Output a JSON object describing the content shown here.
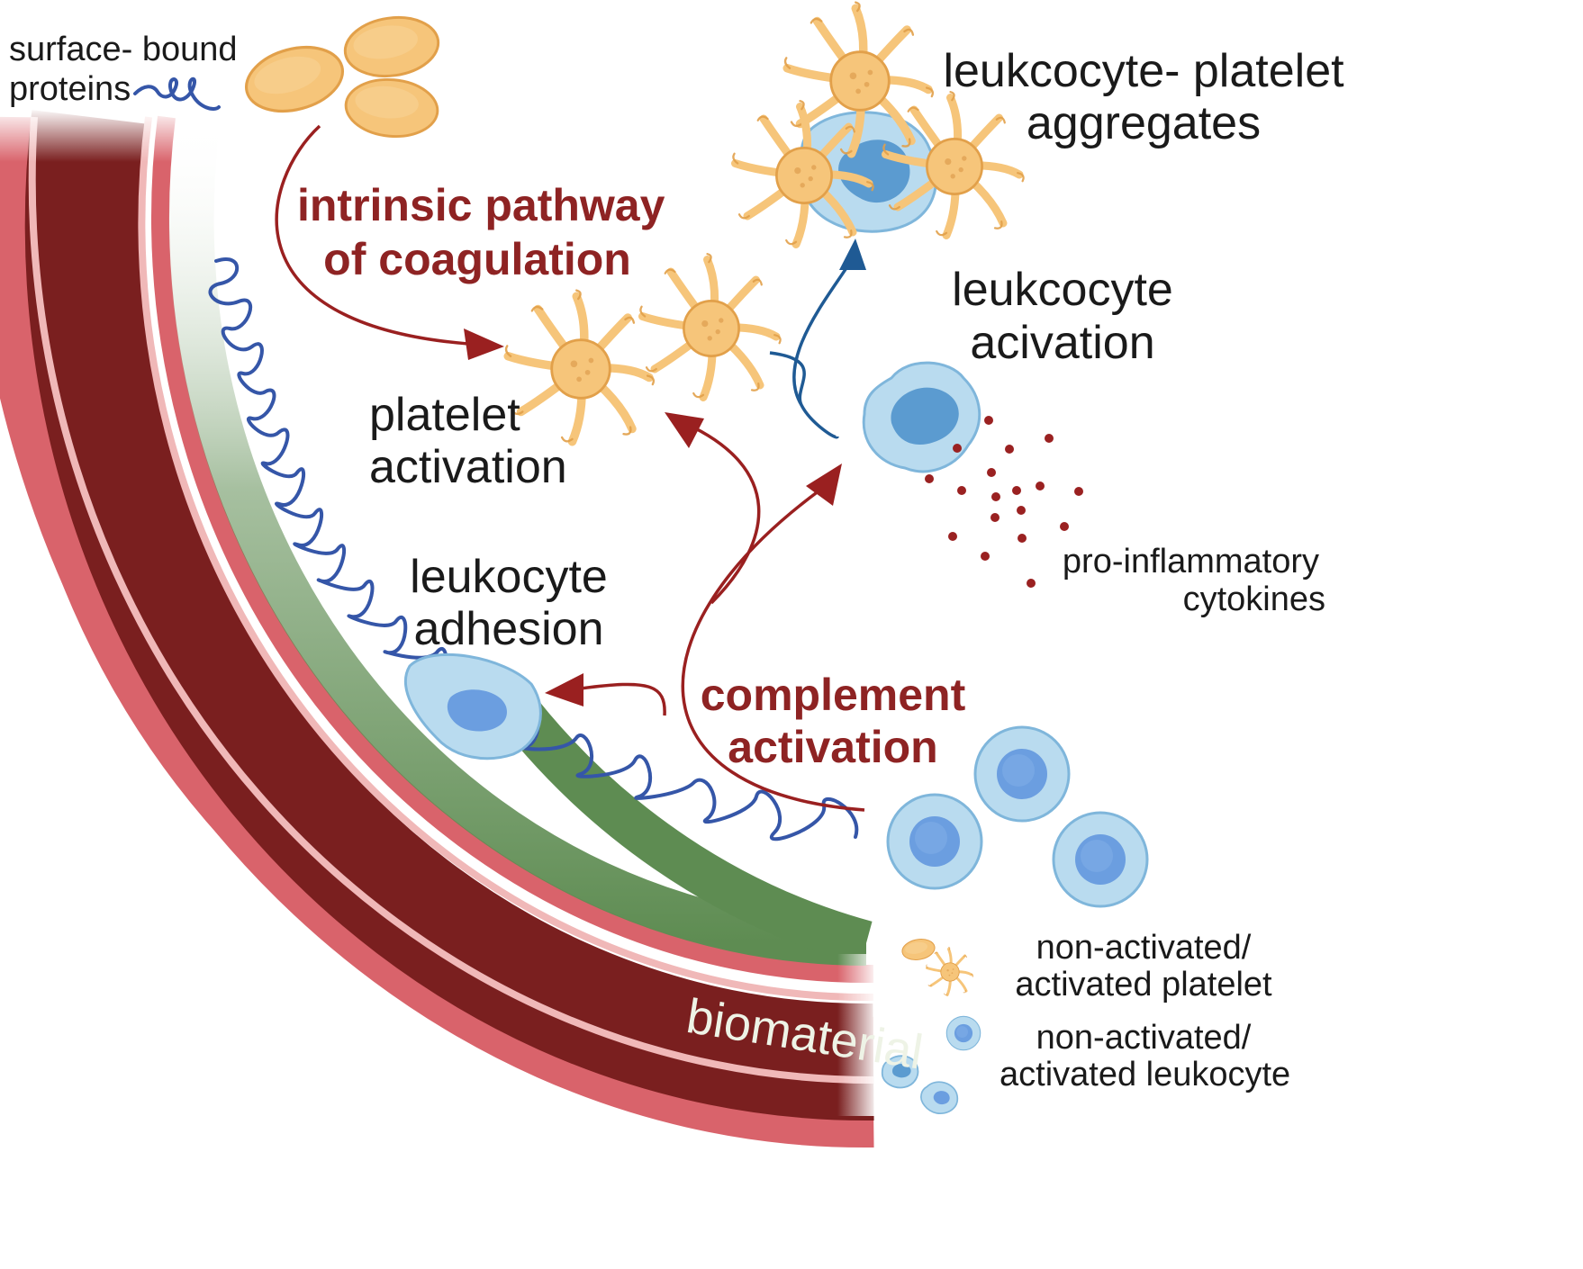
{
  "labels": {
    "surface_bound_line1": "surface- bound",
    "surface_bound_line2": "proteins",
    "intrinsic_line1": "intrinsic pathway",
    "intrinsic_line2": "of coagulation",
    "aggregates_line1": "leukcocyte- platelet",
    "aggregates_line2": "aggregates",
    "leuk_activation_line1": "leukcocyte",
    "leuk_activation_line2": "acivation",
    "platelet_activation_line1": "platelet",
    "platelet_activation_line2": "activation",
    "cytokines_line1": "pro-inflammatory",
    "cytokines_line2": "cytokines",
    "adhesion_line1": "leukocyte",
    "adhesion_line2": "adhesion",
    "complement_line1": "complement",
    "complement_line2": "activation",
    "biomaterial": "biomaterial",
    "legend_platelet_line1": "non-activated/",
    "legend_platelet_line2": "activated platelet",
    "legend_leukocyte_line1": "non-activated/",
    "legend_leukocyte_line2": "activated leukocyte"
  },
  "colors": {
    "vessel_dark": "#7a1f1f",
    "vessel_pink": "#d9636b",
    "vessel_light": "#f0b8b8",
    "biomaterial_green": "#5e8c52",
    "protein_blue": "#3556a8",
    "arrow_red": "#9a2020",
    "arrow_blue": "#1f5a94",
    "platelet_fill": "#f6c57a",
    "platelet_edge": "#e2a04a",
    "leukocyte_fill": "#b9dbef",
    "leukocyte_edge": "#7fb6db",
    "nucleus": "#6b9ee0",
    "cytokine": "#9a2121"
  }
}
